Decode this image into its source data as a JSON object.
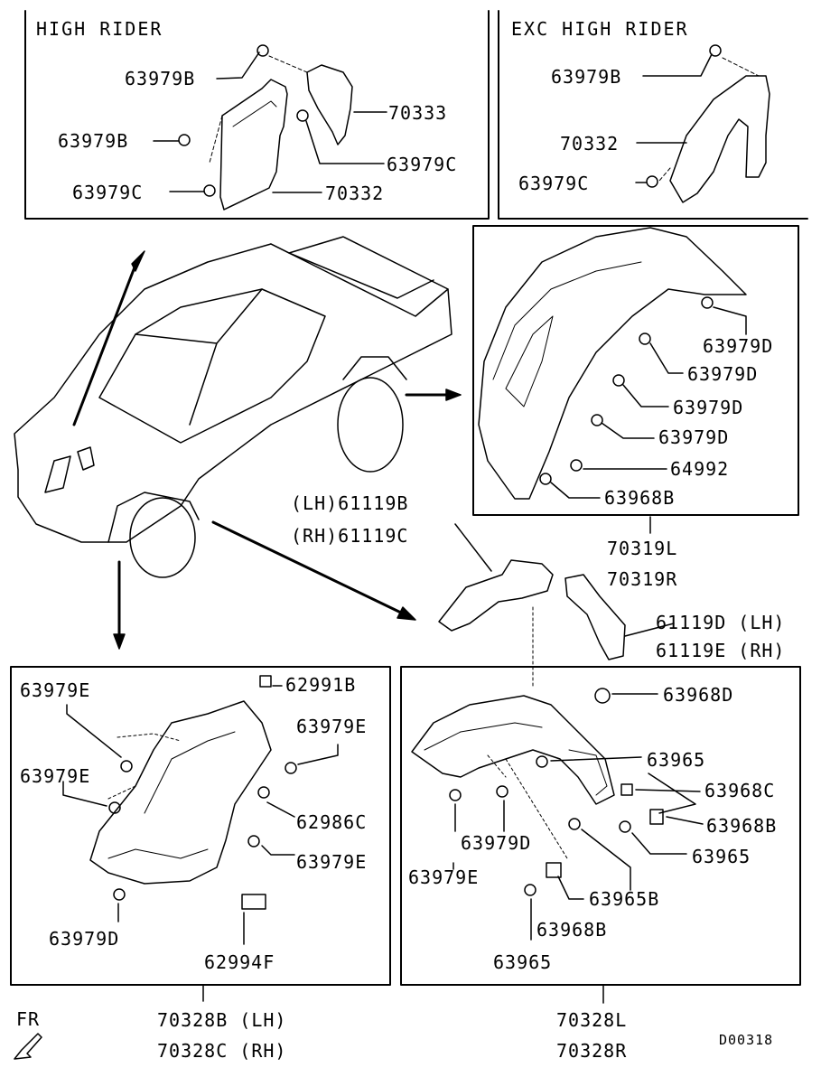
{
  "diagram": {
    "panels": {
      "high_rider": {
        "title": "HIGH RIDER",
        "parts": {
          "a": "63979B",
          "b": "70333",
          "c": "63979B",
          "d": "63979C",
          "e": "63979C",
          "f": "70332"
        }
      },
      "exc_high_rider": {
        "title": "EXC HIGH RIDER",
        "parts": {
          "a": "63979B",
          "b": "70332",
          "c": "63979C"
        }
      },
      "rear_liner": {
        "parts": {
          "a": "63979D",
          "b": "63979D",
          "c": "63979D",
          "d": "63979D",
          "e": "64992",
          "f": "63968B"
        },
        "assembly": [
          "70319L",
          "70319R"
        ]
      },
      "front_left": {
        "parts": {
          "a": "63979E",
          "b": "62991B",
          "c": "63979E",
          "d": "63979E",
          "e": "62986C",
          "f": "63979E",
          "g": "63979D",
          "h": "62994F"
        },
        "assembly": [
          "70328B (LH)",
          "70328C (RH)"
        ]
      },
      "front_right": {
        "parts": {
          "a": "63968D",
          "b": "63965",
          "c": "63968C",
          "d": "63968B",
          "e": "63979D",
          "f": "63965",
          "g": "63979E",
          "h": "63965B",
          "i": "63968B",
          "j": "63965"
        },
        "assembly": [
          "70328L",
          "70328R"
        ]
      }
    },
    "splash_shield": {
      "parts": [
        "(LH)61119B",
        "(RH)61119C",
        "61119D (LH)",
        "61119E (RH)"
      ]
    },
    "direction_label": "FR",
    "diagram_code": "D00318"
  }
}
